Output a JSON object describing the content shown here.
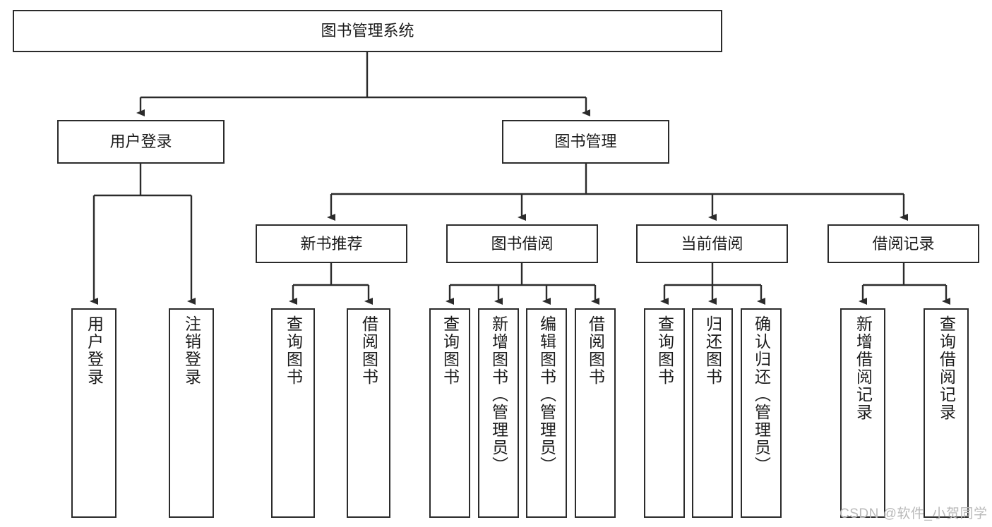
{
  "diagram": {
    "type": "hierarchy-tree",
    "title": "图书管理系统",
    "watermark": "CSDN @软件_小贺同学",
    "colors": {
      "box_border": "#2b2b2b",
      "box_fill": "#ffffff",
      "edge": "#2b2b2b",
      "text": "#1b1b1b",
      "watermark": "#b9b9b9"
    },
    "nodes": {
      "root": {
        "label": "图书管理系统",
        "level": 1,
        "orientation": "horizontal"
      },
      "user_login": {
        "label": "用户登录",
        "level": 2,
        "orientation": "horizontal"
      },
      "book_manage": {
        "label": "图书管理",
        "level": 2,
        "orientation": "horizontal"
      },
      "new_book_rec": {
        "label": "新书推荐",
        "level": 3,
        "orientation": "horizontal"
      },
      "book_borrow": {
        "label": "图书借阅",
        "level": 3,
        "orientation": "horizontal"
      },
      "current_borrow": {
        "label": "当前借阅",
        "level": 3,
        "orientation": "horizontal"
      },
      "borrow_record": {
        "label": "借阅记录",
        "level": 3,
        "orientation": "horizontal"
      },
      "leaf_user_login": {
        "label": "用户登录",
        "level": 4,
        "orientation": "vertical"
      },
      "leaf_logout": {
        "label": "注销登录",
        "level": 4,
        "orientation": "vertical"
      },
      "leaf_query_book_1": {
        "label": "查询图书",
        "level": 4,
        "orientation": "vertical"
      },
      "leaf_borrow_book_1": {
        "label": "借阅图书",
        "level": 4,
        "orientation": "vertical"
      },
      "leaf_query_book_2": {
        "label": "查询图书",
        "level": 4,
        "orientation": "vertical"
      },
      "leaf_add_book": {
        "label": "新增图书（管理员）",
        "level": 4,
        "orientation": "vertical"
      },
      "leaf_edit_book": {
        "label": "编辑图书（管理员）",
        "level": 4,
        "orientation": "vertical"
      },
      "leaf_borrow_book_2": {
        "label": "借阅图书",
        "level": 4,
        "orientation": "vertical"
      },
      "leaf_query_book_3": {
        "label": "查询图书",
        "level": 4,
        "orientation": "vertical"
      },
      "leaf_return_book": {
        "label": "归还图书",
        "level": 4,
        "orientation": "vertical"
      },
      "leaf_confirm_return": {
        "label": "确认归还（管理员）",
        "level": 4,
        "orientation": "vertical"
      },
      "leaf_add_record": {
        "label": "新增借阅记录",
        "level": 4,
        "orientation": "vertical"
      },
      "leaf_query_record": {
        "label": "查询借阅记录",
        "level": 4,
        "orientation": "vertical"
      }
    },
    "edges": [
      {
        "from": "root",
        "to": "user_login"
      },
      {
        "from": "root",
        "to": "book_manage"
      },
      {
        "from": "user_login",
        "to": "leaf_user_login"
      },
      {
        "from": "user_login",
        "to": "leaf_logout"
      },
      {
        "from": "book_manage",
        "to": "new_book_rec"
      },
      {
        "from": "book_manage",
        "to": "book_borrow"
      },
      {
        "from": "book_manage",
        "to": "current_borrow"
      },
      {
        "from": "book_manage",
        "to": "borrow_record"
      },
      {
        "from": "new_book_rec",
        "to": "leaf_query_book_1"
      },
      {
        "from": "new_book_rec",
        "to": "leaf_borrow_book_1"
      },
      {
        "from": "book_borrow",
        "to": "leaf_query_book_2"
      },
      {
        "from": "book_borrow",
        "to": "leaf_add_book"
      },
      {
        "from": "book_borrow",
        "to": "leaf_edit_book"
      },
      {
        "from": "book_borrow",
        "to": "leaf_borrow_book_2"
      },
      {
        "from": "current_borrow",
        "to": "leaf_query_book_3"
      },
      {
        "from": "current_borrow",
        "to": "leaf_return_book"
      },
      {
        "from": "current_borrow",
        "to": "leaf_confirm_return"
      },
      {
        "from": "borrow_record",
        "to": "leaf_add_record"
      },
      {
        "from": "borrow_record",
        "to": "leaf_query_record"
      }
    ]
  }
}
